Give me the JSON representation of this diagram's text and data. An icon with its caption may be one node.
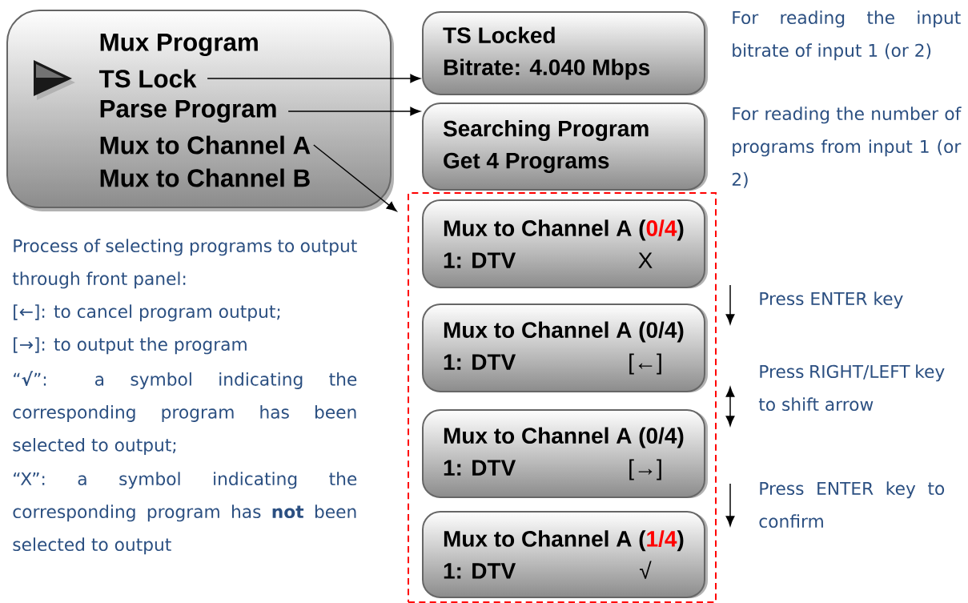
{
  "diagram": {
    "nodes": [
      {
        "text": [],
        "shape": "box"
      },
      {
        "text": [
          "Mux Program"
        ],
        "in": 0
      },
      {
        "text": [
          "TS Lock"
        ],
        "in": 0
      },
      {
        "text": [
          "Parse Program"
        ],
        "in": 0
      },
      {
        "text": [
          "Mux to Channel A"
        ],
        "in": 0
      },
      {
        "text": [
          "Mux to Channel B"
        ],
        "in": 0
      },
      {
        "text": [
          "TS Locked",
          "Bitrate: 4.040 Mbps"
        ],
        "beside": [
          "For reading the input bitrate of input 1 (or 2)"
        ]
      },
      {
        "text": [
          "Searching Program",
          "Get 4 Programs"
        ],
        "beside": [
          "For reading the number of programs from input 1 (or 2)"
        ]
      },
      {
        "text": [],
        "shape": "box"
      },
      {
        "text": [
          "Mux to Channel A (**0/4**)",
          "1: DTV",
          "X"
        ],
        "in": 8
      },
      {
        "text": [
          "Mux to Channel A (0/4)",
          "1: DTV",
          "[←]"
        ],
        "in": 8
      },
      {
        "text": [
          "Mux to Channel A (0/4)",
          "1: DTV",
          "[→]"
        ],
        "in": 8
      },
      {
        "text": [
          "Mux to Channel A (**1/4**)",
          "1: DTV",
          "√"
        ],
        "in": 8
      }
    ],
    "edges": [
      {
        "from": 2,
        "to": 6,
        "arrow": "to"
      },
      {
        "from": 3,
        "to": 7,
        "arrow": "to"
      },
      {
        "from": 4,
        "to": 8,
        "arrow": "to"
      },
      {
        "from": 9,
        "to": 10,
        "arrow": "to",
        "label": "Press ENTER key"
      },
      {
        "from": 10,
        "to": 11,
        "arrow": "both",
        "label": "Press RIGHT/LEFT key to shift arrow"
      },
      {
        "from": 11,
        "to": 12,
        "arrow": "to",
        "label": "Press ENTER key to confirm"
      }
    ],
    "labels": [
      "Process of selecting programs to output through front panel:",
      "[←]: to cancel program output;",
      "[→]: to output the program",
      "“**√**”: a symbol indicating the corresponding program has been selected to output;",
      "“X”: a symbol indicating the corresponding program has **not** been selected to output"
    ]
  }
}
